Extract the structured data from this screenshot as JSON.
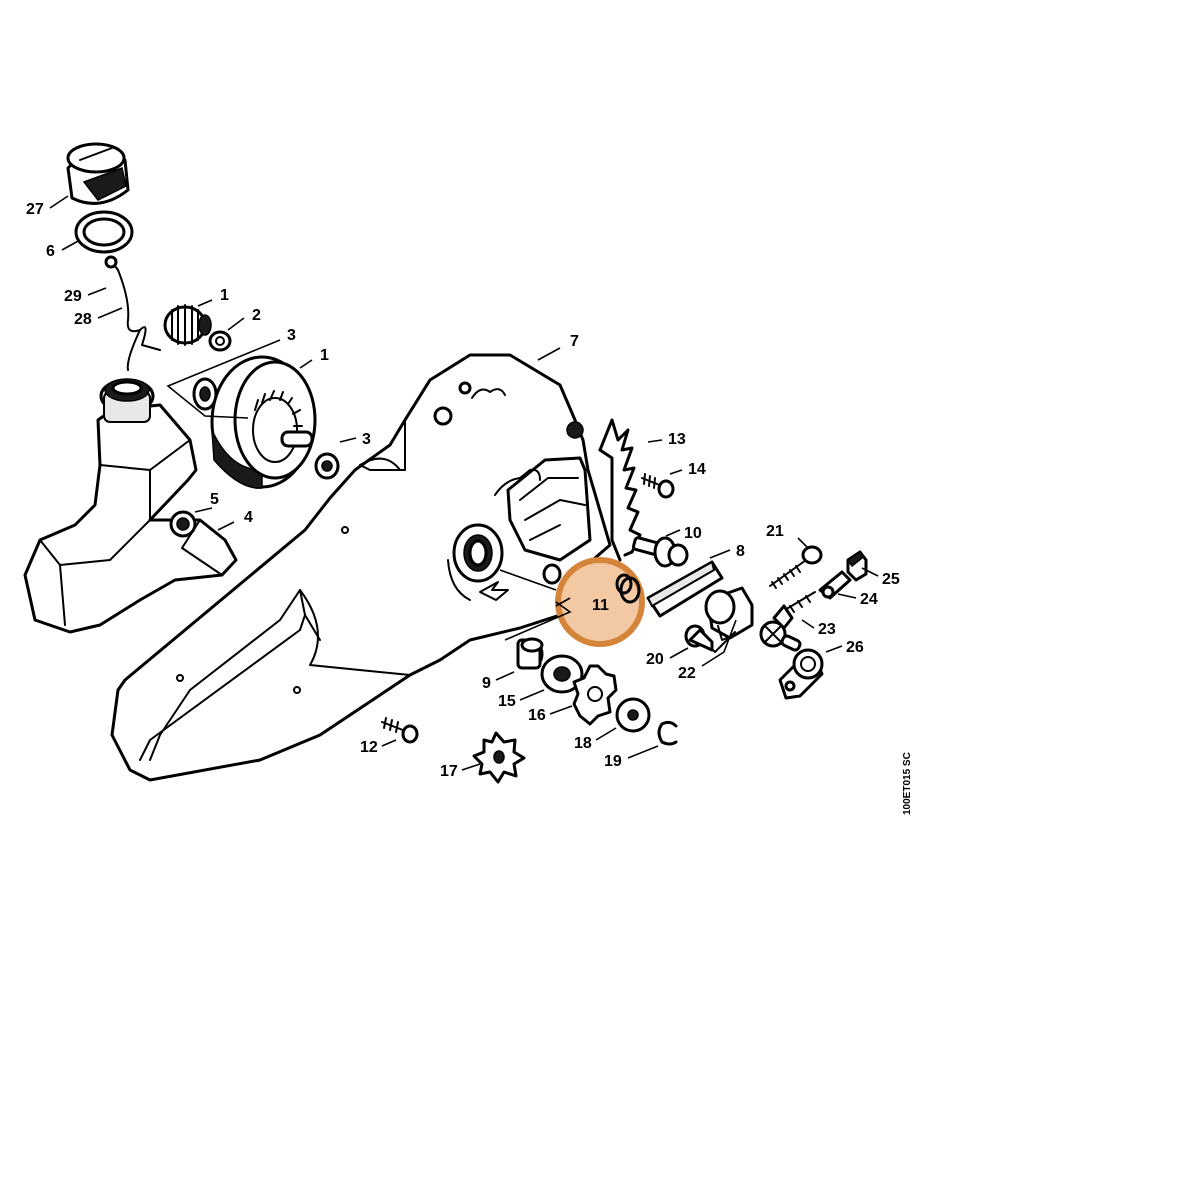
{
  "diagram": {
    "reference_code": "100ET015 SC",
    "highlight_color": "#d4853a",
    "highlight_fill": "#f3c9a4",
    "highlighted_part": "11",
    "callouts": [
      {
        "id": "27",
        "label": "27"
      },
      {
        "id": "6",
        "label": "6"
      },
      {
        "id": "29",
        "label": "29"
      },
      {
        "id": "28",
        "label": "28"
      },
      {
        "id": "1a",
        "label": "1"
      },
      {
        "id": "2",
        "label": "2"
      },
      {
        "id": "3a",
        "label": "3"
      },
      {
        "id": "1b",
        "label": "1"
      },
      {
        "id": "3b",
        "label": "3"
      },
      {
        "id": "5",
        "label": "5"
      },
      {
        "id": "4",
        "label": "4"
      },
      {
        "id": "7",
        "label": "7"
      },
      {
        "id": "13",
        "label": "13"
      },
      {
        "id": "14",
        "label": "14"
      },
      {
        "id": "10",
        "label": "10"
      },
      {
        "id": "8",
        "label": "8"
      },
      {
        "id": "21",
        "label": "21"
      },
      {
        "id": "25",
        "label": "25"
      },
      {
        "id": "24",
        "label": "24"
      },
      {
        "id": "11",
        "label": "11"
      },
      {
        "id": "23",
        "label": "23"
      },
      {
        "id": "20",
        "label": "20"
      },
      {
        "id": "22",
        "label": "22"
      },
      {
        "id": "26",
        "label": "26"
      },
      {
        "id": "9",
        "label": "9"
      },
      {
        "id": "15",
        "label": "15"
      },
      {
        "id": "16",
        "label": "16"
      },
      {
        "id": "18",
        "label": "18"
      },
      {
        "id": "19",
        "label": "19"
      },
      {
        "id": "12",
        "label": "12"
      },
      {
        "id": "17",
        "label": "17"
      }
    ]
  }
}
